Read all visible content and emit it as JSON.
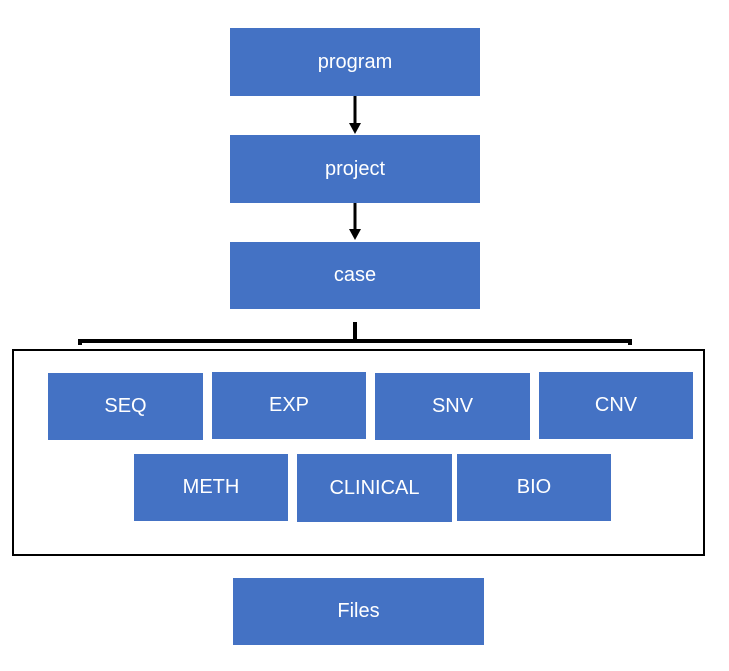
{
  "diagram": {
    "nodes": {
      "program": "program",
      "project": "project",
      "case": "case",
      "seq": "SEQ",
      "exp": "EXP",
      "snv": "SNV",
      "cnv": "CNV",
      "meth": "METH",
      "clinical": "CLINICAL",
      "bio": "BIO",
      "files": "Files"
    },
    "edges": [
      {
        "from": "program",
        "to": "project"
      },
      {
        "from": "project",
        "to": "case"
      },
      {
        "from": "case",
        "to": "data-group"
      }
    ],
    "colors": {
      "node_fill": "#4472C4",
      "node_text": "#FFFFFF",
      "line": "#000000"
    }
  }
}
